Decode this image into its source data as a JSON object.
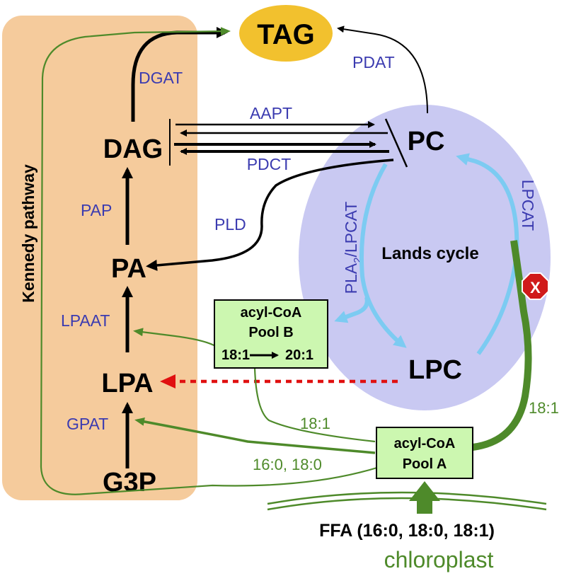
{
  "nodes": {
    "tag": "TAG",
    "dag": "DAG",
    "pc": "PC",
    "pa": "PA",
    "lpa": "LPA",
    "g3p": "G3P",
    "lpc": "LPC"
  },
  "enzymes": {
    "dgat": "DGAT",
    "pdat": "PDAT",
    "aapt": "AAPT",
    "pdct": "PDCT",
    "pap": "PAP",
    "pld": "PLD",
    "lpaat": "LPAAT",
    "gpat": "GPAT",
    "lpcat": "LPCAT",
    "pla2_lpcat_prefix": "PLA",
    "pla2_lpcat_sub": "2",
    "pla2_lpcat_suffix": "/LPCAT"
  },
  "labels": {
    "kennedy": "Kennedy pathway",
    "lands_cycle": "Lands cycle",
    "pool_b_line1": "acyl-CoA",
    "pool_b_line2": "Pool B",
    "pool_b_from": "18:1",
    "pool_b_to": "20:1",
    "pool_a_line1": "acyl-CoA",
    "pool_a_line2": "Pool A",
    "fa_181_left": "18:1",
    "fa_181_right": "18:1",
    "fa_160_180": "16:0, 18:0",
    "ffa": "FFA (16:0, 18:0, 18:1)",
    "chloroplast": "chloroplast",
    "block_mark": "X"
  },
  "colors": {
    "kennedy_box": "#f5cb9c",
    "tag_fill": "#f2c12e",
    "lands_fill": "#c9c9f2",
    "pool_fill": "#ccf7b0",
    "enzyme_text": "#3b3bb0",
    "green_flow": "#4e8a2a",
    "lands_arrow": "#7ccbf2",
    "red_dashed": "#e01010",
    "stop_sign": "#d01a1a"
  }
}
